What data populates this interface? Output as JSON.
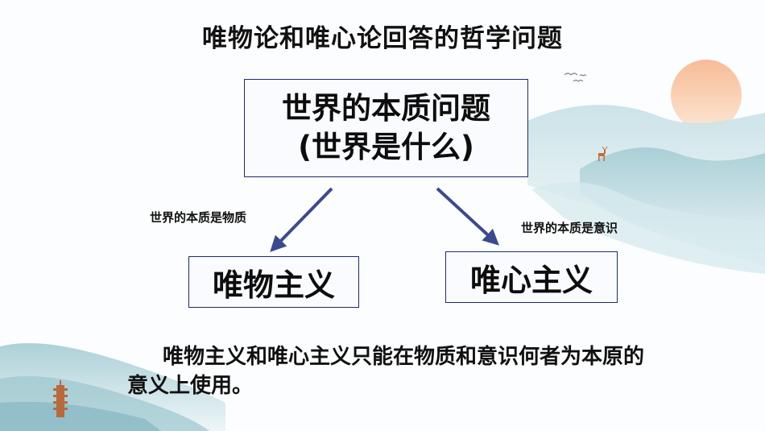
{
  "slide": {
    "title": "唯物论和唯心论回答的哲学问题",
    "main_box": {
      "line1": "世界的本质问题",
      "line2": "(世界是什么)"
    },
    "left_branch": {
      "edge_label": "世界的本质是物质",
      "node_label": "唯物主义"
    },
    "right_branch": {
      "edge_label": "世界的本质是意识",
      "node_label": "唯心主义"
    },
    "conclusion": "唯物主义和唯心主义只能在物质和意识何者为本原的意义上使用。"
  },
  "colors": {
    "box_border": "#1f2a6b",
    "arrow": "#3c4a8c",
    "sun": "#f6b58a",
    "mountain": "#a9cfd6"
  },
  "icons": [
    "sun-icon",
    "birds-icon",
    "deer-icon",
    "pagoda-icon",
    "mountain-landscape"
  ]
}
